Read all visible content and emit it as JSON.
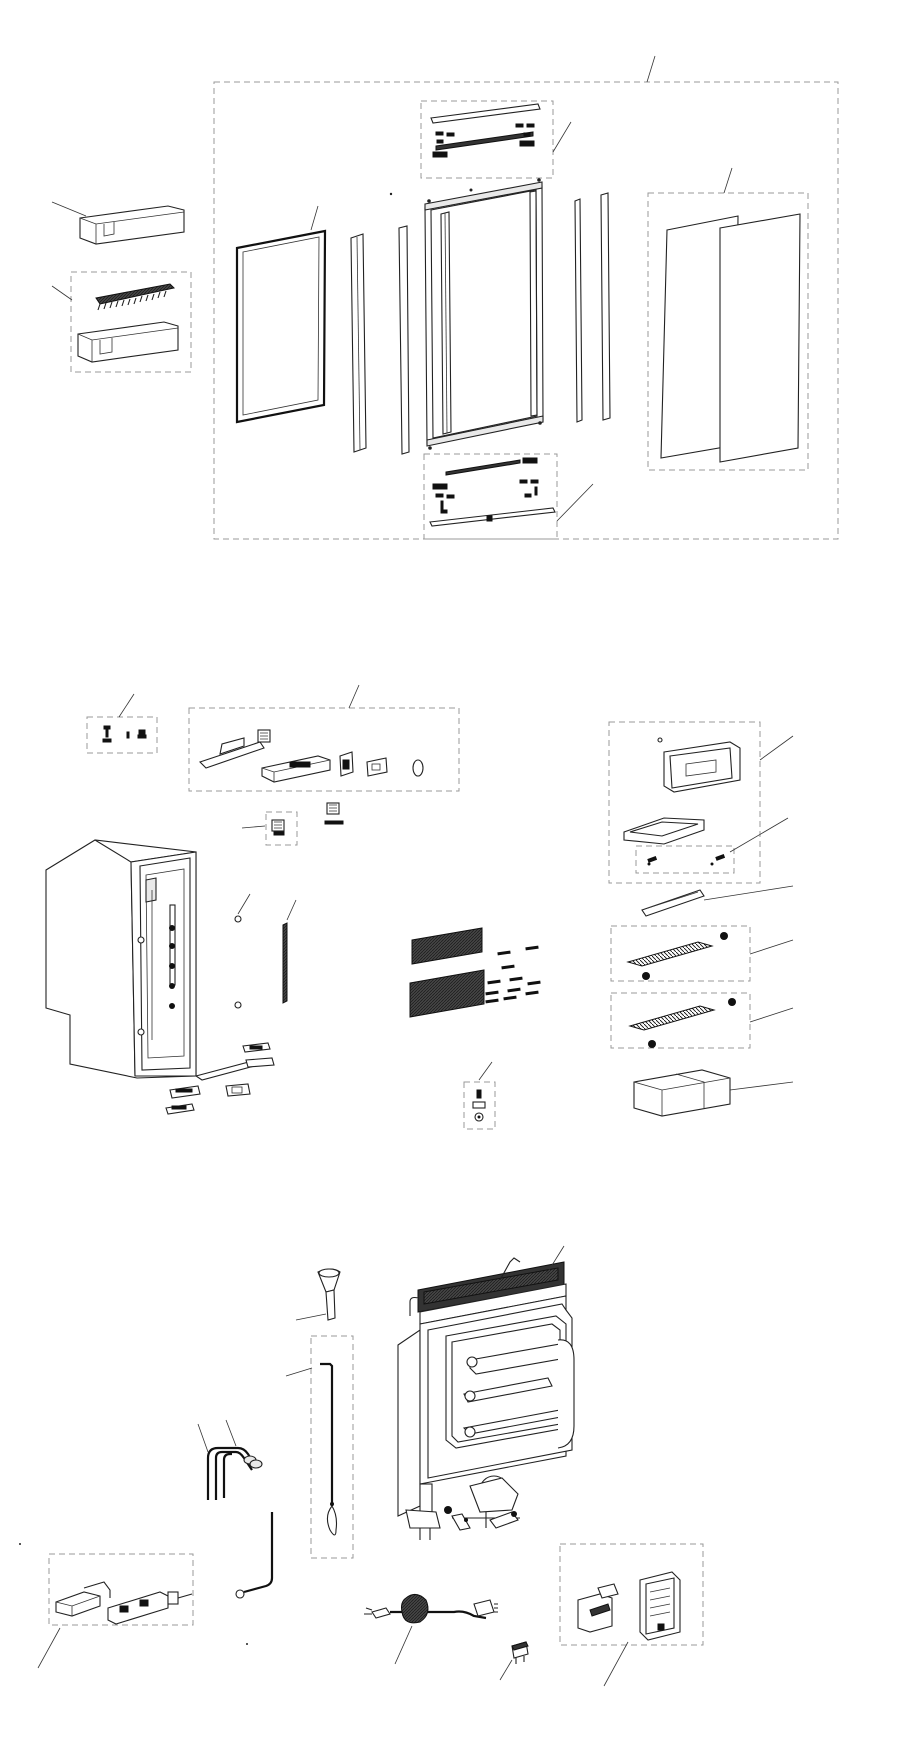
{
  "diagram": {
    "kind": "exploded-parts-view",
    "sections": [
      "door-assembly",
      "cabinet-assembly",
      "cooling-unit-assembly"
    ],
    "palette": {
      "line": "#222222",
      "group-border": "#999999",
      "background": "#ffffff"
    }
  }
}
